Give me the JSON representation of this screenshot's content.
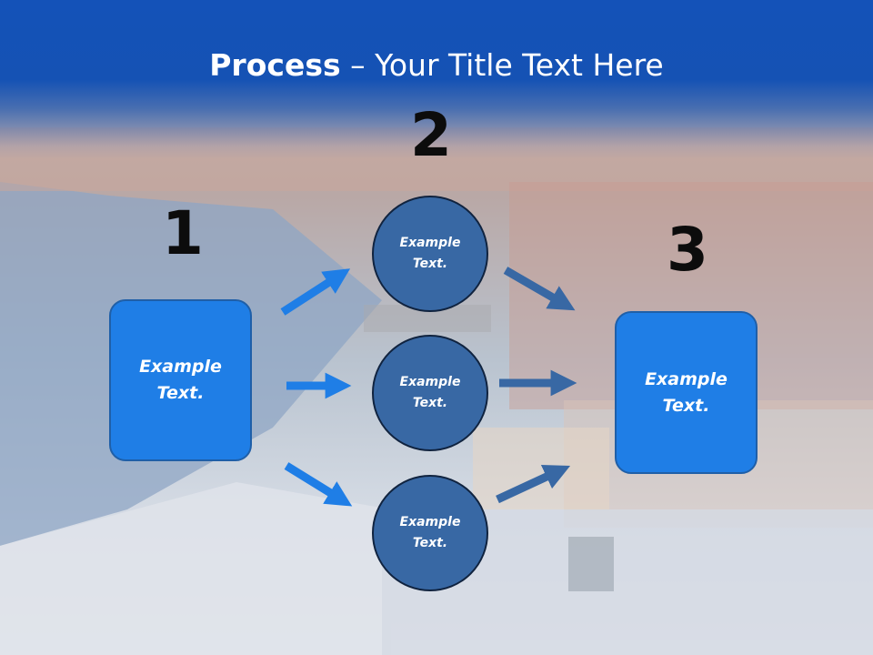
{
  "title": {
    "bold": "Process",
    "rest": " – Your Title Text Here"
  },
  "steps": {
    "step1": {
      "number": "1",
      "text": "Example\nText."
    },
    "step2": {
      "number": "2"
    },
    "step3": {
      "number": "3",
      "text": "Example\nText."
    }
  },
  "circles": [
    {
      "text": "Example\nText."
    },
    {
      "text": "Example\nText."
    },
    {
      "text": "Example\nText."
    }
  ],
  "colors": {
    "header_blue": "#1452b8",
    "box_fill": "#1f7ee6",
    "circle_fill": "#3868a4",
    "arrow_light": "#1f7ee6",
    "arrow_dark": "#3868a4"
  }
}
